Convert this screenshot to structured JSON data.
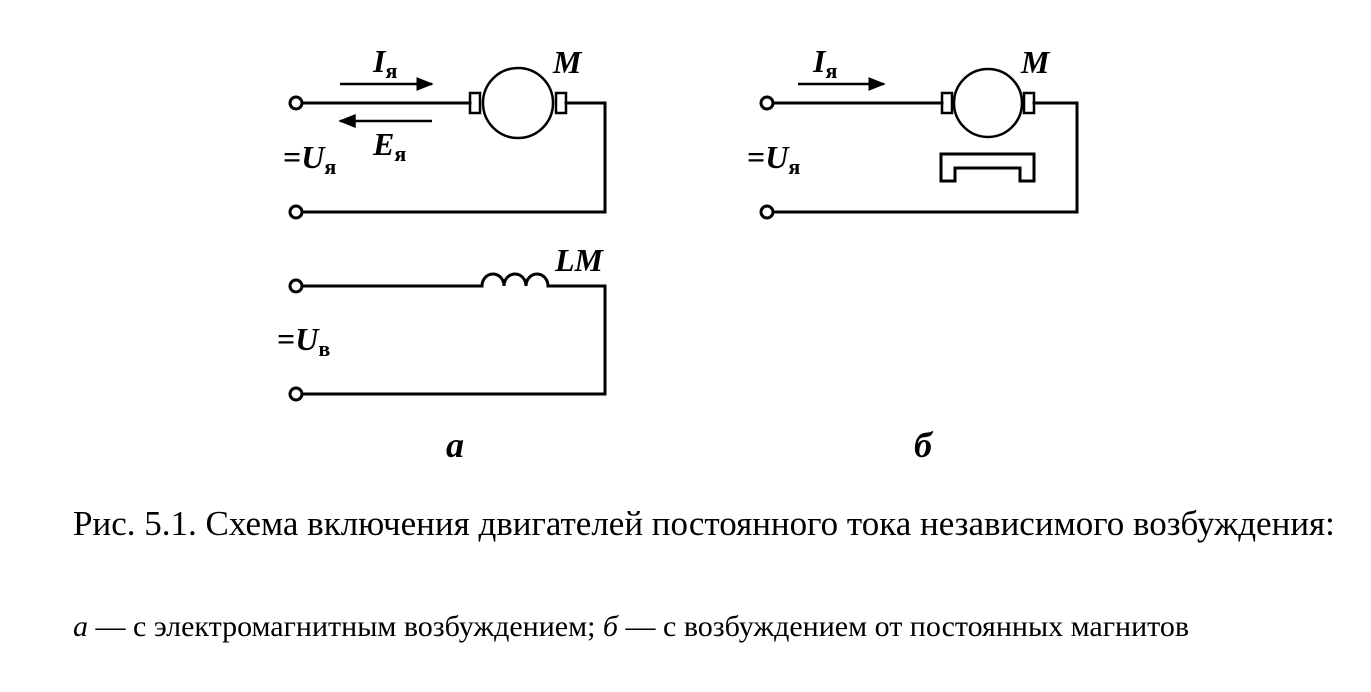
{
  "diagram": {
    "panel_a": {
      "current_label": "I",
      "current_sub": "я",
      "emf_label": "E",
      "emf_sub": "я",
      "motor_label": "M",
      "armature_voltage_prefix": "=",
      "armature_voltage_label": "U",
      "armature_voltage_sub": "я",
      "field_winding_label": "LM",
      "field_voltage_prefix": "=",
      "field_voltage_label": "U",
      "field_voltage_sub": "в",
      "panel_label": "а"
    },
    "panel_b": {
      "current_label": "I",
      "current_sub": "я",
      "motor_label": "M",
      "armature_voltage_prefix": "=",
      "armature_voltage_label": "U",
      "armature_voltage_sub": "я",
      "panel_label": "б"
    }
  },
  "caption": {
    "title": "Рис. 5.1. Схема включения двигателей постоянного тока независимого возбуждения:",
    "desc_a_letter": "а",
    "desc_a_text": " — с электромагнитным возбуждением; ",
    "desc_b_letter": "б",
    "desc_b_text": " — с возбуждением от постоянных магнитов"
  }
}
